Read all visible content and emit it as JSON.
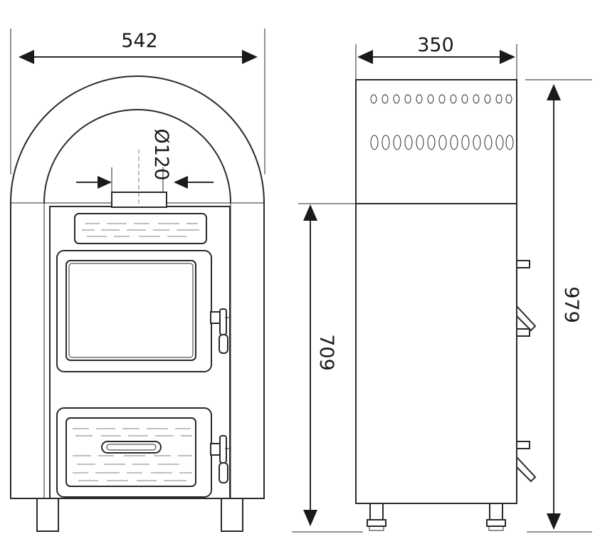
{
  "dimensions": {
    "front_width": "542",
    "flue_diameter": "Ø120",
    "side_depth": "350",
    "body_height": "709",
    "total_height": "979"
  },
  "colors": {
    "line": "#2a2a2a",
    "background": "#ffffff"
  }
}
